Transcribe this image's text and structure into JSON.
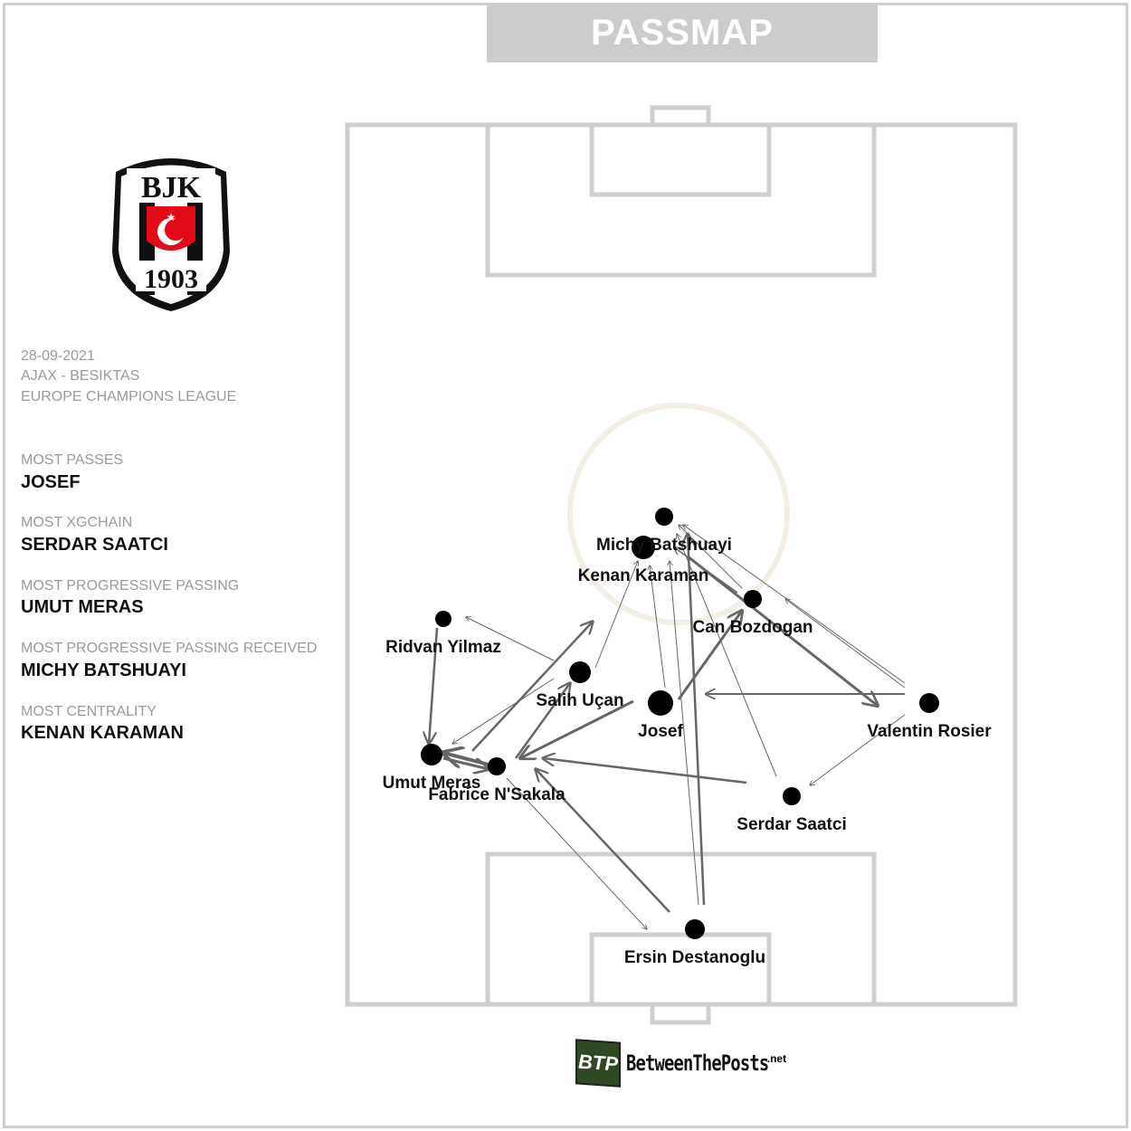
{
  "title": "PASSMAP",
  "match": {
    "date": "28-09-2021",
    "teams": "AJAX - BESIKTAS",
    "competition": "EUROPE CHAMPIONS LEAGUE"
  },
  "crest": {
    "letters": "BJK",
    "year": "1903"
  },
  "stats": [
    {
      "label": "MOST PASSES",
      "value": "JOSEF"
    },
    {
      "label": "MOST XGCHAIN",
      "value": "SERDAR SAATCI"
    },
    {
      "label": "MOST PROGRESSIVE PASSING",
      "value": "UMUT MERAS"
    },
    {
      "label": "MOST PROGRESSIVE PASSING RECEIVED",
      "value": "MICHY BATSHUAYI"
    },
    {
      "label": "MOST CENTRALITY",
      "value": "KENAN KARAMAN"
    }
  ],
  "footer_logo": {
    "badge": "BTP",
    "name": "BetweenThePosts",
    "suffix": ".net"
  },
  "chart_data": {
    "type": "network",
    "players": [
      "Michy Batshuayi",
      "Kenan Karaman",
      "Can Bozdogan",
      "Ridvan Yilmaz",
      "Salih Uçan",
      "Josef",
      "Valentin Rosier",
      "Umut Meras",
      "Fabrice N'Sakala",
      "Serdar Saatci",
      "Ersin Destanoglu"
    ],
    "passes": [
      {
        "from": "Ridvan Yilmaz",
        "to": "Umut Meras"
      },
      {
        "from": "Fabrice N'Sakala",
        "to": "Umut Meras"
      },
      {
        "from": "Umut Meras",
        "to": "Fabrice N'Sakala"
      },
      {
        "from": "Salih Uçan",
        "to": "Ridvan Yilmaz"
      },
      {
        "from": "Salih Uçan",
        "to": "Umut Meras"
      },
      {
        "from": "Umut Meras",
        "to": "Kenan Karaman"
      },
      {
        "from": "Salih Uçan",
        "to": "Kenan Karaman"
      },
      {
        "from": "Fabrice N'Sakala",
        "to": "Salih Uçan"
      },
      {
        "from": "Josef",
        "to": "Fabrice N'Sakala"
      },
      {
        "from": "Serdar Saatci",
        "to": "Fabrice N'Sakala"
      },
      {
        "from": "Ersin Destanoglu",
        "to": "Fabrice N'Sakala"
      },
      {
        "from": "Fabrice N'Sakala",
        "to": "Ersin Destanoglu"
      },
      {
        "from": "Josef",
        "to": "Can Bozdogan"
      },
      {
        "from": "Josef",
        "to": "Kenan Karaman"
      },
      {
        "from": "Ersin Destanoglu",
        "to": "Michy Batshuayi"
      },
      {
        "from": "Ersin Destanoglu",
        "to": "Kenan Karaman"
      },
      {
        "from": "Kenan Karaman",
        "to": "Valentin Rosier"
      },
      {
        "from": "Valentin Rosier",
        "to": "Josef"
      },
      {
        "from": "Valentin Rosier",
        "to": "Can Bozdogan"
      },
      {
        "from": "Valentin Rosier",
        "to": "Michy Batshuayi"
      },
      {
        "from": "Valentin Rosier",
        "to": "Serdar Saatci"
      },
      {
        "from": "Serdar Saatci",
        "to": "Michy Batshuayi"
      },
      {
        "from": "Can Bozdogan",
        "to": "Kenan Karaman"
      },
      {
        "from": "Can Bozdogan",
        "to": "Michy Batshuayi"
      }
    ]
  }
}
